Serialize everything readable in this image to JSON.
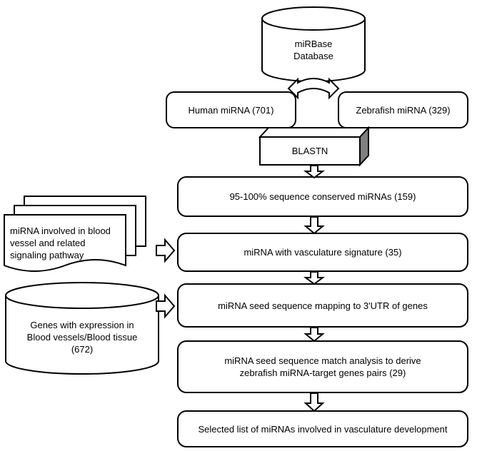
{
  "nodes": {
    "mirbase": "miRBase\nDatabase",
    "human": "Human miRNA  (701)",
    "zebrafish": "Zebrafish miRNA  (329)",
    "blastn": "BLASTN",
    "conserved": "95-100% sequence conserved miRNAs  (159)",
    "vasculature_signature": "miRNA  with  vasculature signature (35)",
    "seed_mapping": "miRNA  seed sequence mapping to 3'UTR of genes",
    "seed_match": "miRNA  seed sequence match analysis to derive\nzebrafish miRNA-target genes pairs (29)",
    "selected": "Selected list of miRNAs  involved in vasculature development",
    "blood_vessel_doc": "miRNA  involved in blood\nvessel and related\nsignaling pathway",
    "genes_db": "Genes with expression in\nBlood vessels/Blood tissue\n(672)"
  }
}
